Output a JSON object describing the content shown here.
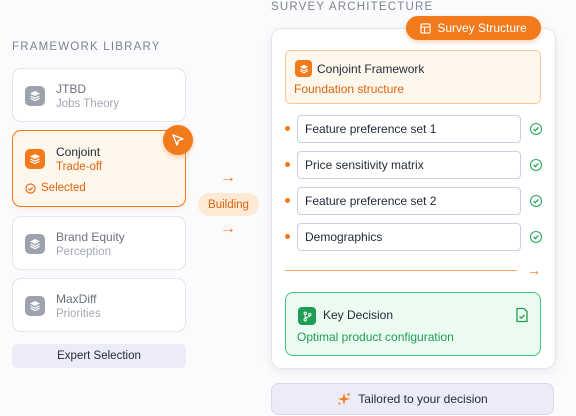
{
  "library": {
    "title": "FRAMEWORK LIBRARY",
    "cards": [
      {
        "title": "JTBD",
        "subtitle": "Jobs Theory"
      },
      {
        "title": "Conjoint",
        "subtitle": "Trade-off",
        "status": "Selected"
      },
      {
        "title": "Brand Equity",
        "subtitle": "Perception"
      },
      {
        "title": "MaxDiff",
        "subtitle": "Priorities"
      }
    ],
    "expert_button": "Expert Selection"
  },
  "flow": {
    "badge": "Building"
  },
  "architecture": {
    "title": "SURVEY ARCHITECTURE",
    "badge": "Survey Structure",
    "framework": {
      "title": "Conjoint Framework",
      "subtitle": "Foundation structure"
    },
    "items": [
      {
        "label": "Feature preference set 1"
      },
      {
        "label": "Price sensitivity matrix"
      },
      {
        "label": "Feature preference set 2"
      },
      {
        "label": "Demographics"
      }
    ],
    "decision": {
      "title": "Key Decision",
      "subtitle": "Optimal product configuration"
    }
  },
  "footer": {
    "tailored": "Tailored to your decision"
  },
  "colors": {
    "accent": "#f07a1c",
    "success": "#1f9d55",
    "muted": "#9ca3af"
  },
  "icons": [
    "layers-icon",
    "cursor-icon",
    "check-circle-icon",
    "arrow-right-icon",
    "layout-icon",
    "git-branch-icon",
    "document-check-icon",
    "sparkle-icon"
  ]
}
